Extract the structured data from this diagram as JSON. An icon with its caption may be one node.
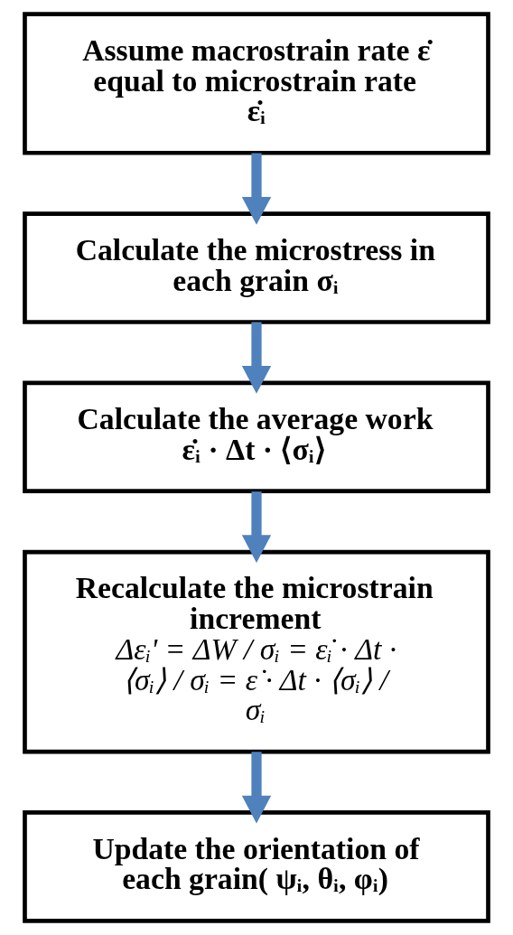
{
  "diagram": {
    "nodes": [
      {
        "text": [
          "Assume macrostrain rate ε̇ equal to microstrain rate ε̇ᵢ"
        ]
      },
      {
        "text": [
          "Calculate the microstress in each grain σᵢ"
        ]
      },
      {
        "text": [
          "Calculate the average work ε̇ᵢ · Δt · ⟨σᵢ⟩"
        ]
      },
      {
        "text": [
          "Recalculate the microstrain increment",
          "Δεᵢ' = ΔW / σᵢ = ε̇ᵢ · Δt · ⟨σᵢ⟩ / σᵢ = ε̇ · Δt · ⟨σᵢ⟩ / σᵢ"
        ]
      },
      {
        "text": [
          "Update the orientation of each grain( ψᵢ, θᵢ, φᵢ)"
        ]
      }
    ],
    "edges": [
      {
        "from": 0,
        "to": 1,
        "arrow": "to"
      },
      {
        "from": 1,
        "to": 2,
        "arrow": "to"
      },
      {
        "from": 2,
        "to": 3,
        "arrow": "to"
      },
      {
        "from": 3,
        "to": 4,
        "arrow": "to"
      }
    ]
  }
}
